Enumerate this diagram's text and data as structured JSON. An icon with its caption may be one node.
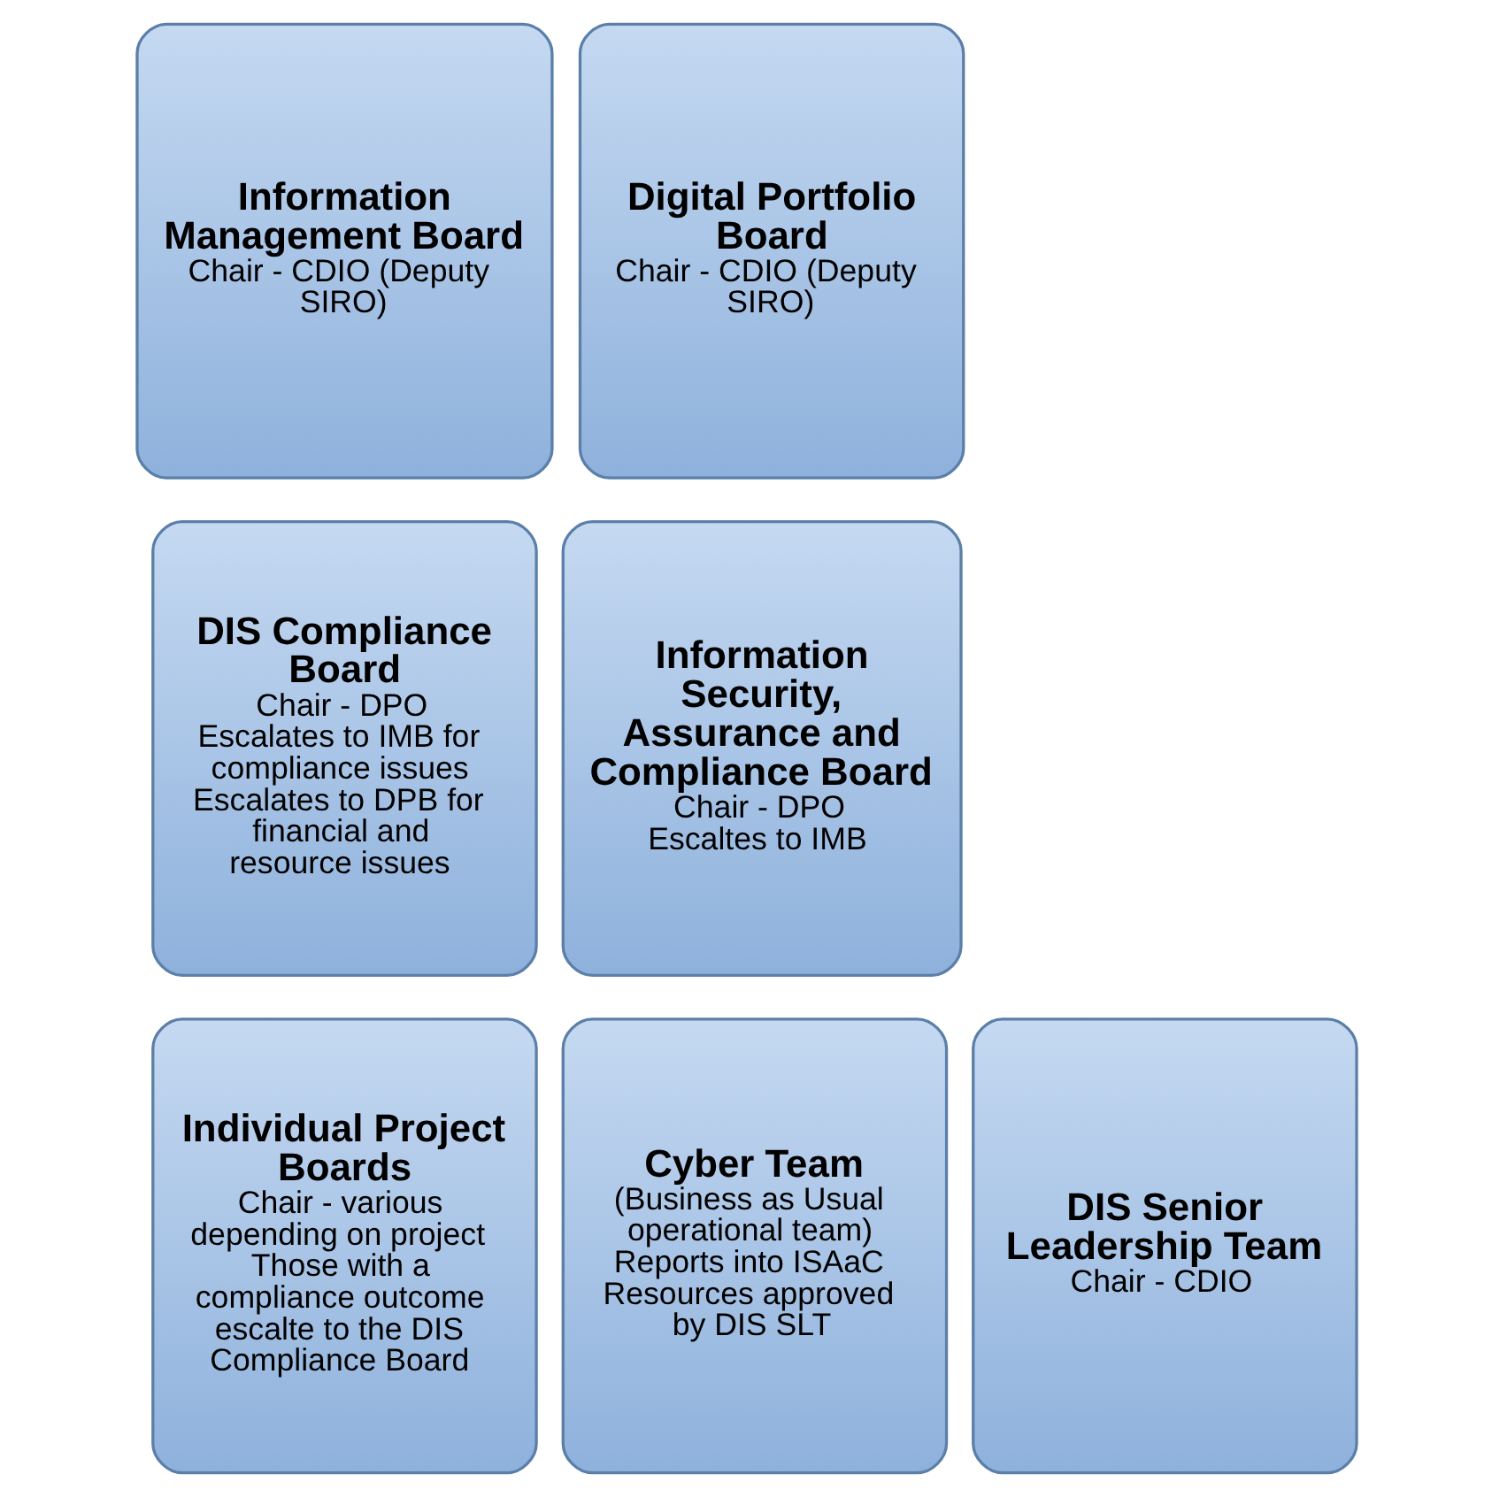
{
  "diagram": {
    "nodes": [
      {
        "text": [
          "Information Management Board",
          "Chair - CDIO (Deputy SIRO)"
        ]
      },
      {
        "text": [
          "Digital Portfolio Board",
          "Chair - CDIO (Deputy SIRO)"
        ]
      },
      {
        "text": [
          "DIS Compliance Board",
          "Chair - DPO",
          "Escalates to IMB for compliance issues",
          "Escalates to DPB for financial and resource issues"
        ]
      },
      {
        "text": [
          "Information Security, Assurance and Compliance Board",
          "Chair - DPO",
          "Escaltes to IMB"
        ]
      },
      {
        "text": [
          "Individual Project Boards",
          "Chair - various depending on project",
          "Those with a compliance outcome escalte to the DIS Compliance Board"
        ]
      },
      {
        "text": [
          "Cyber Team",
          "(Business as Usual operational team)",
          "Reports into ISAaC",
          "Resources approved by DIS SLT"
        ]
      },
      {
        "text": [
          "DIS Senior Leadership Team",
          "Chair - CDIO"
        ]
      }
    ],
    "edges": []
  }
}
